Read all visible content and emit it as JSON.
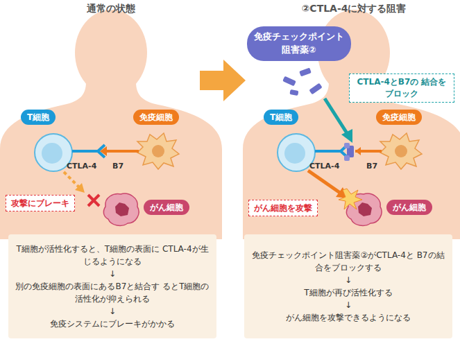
{
  "diagram": {
    "nodes": [
      {
        "text": [
          "T細胞"
        ]
      },
      {
        "text": [
          "免疫細胞"
        ]
      },
      {
        "text": [
          "攻撃にブレーキ"
        ]
      },
      {
        "text": [
          "がん細胞"
        ]
      },
      {
        "text": [
          "T細胞が活性化すると、T細胞の表面に CTLA-4が生じるようになる",
          "↓",
          "別の免疫細胞の表面にあるB7と結合す るとT細胞の活性化が抑えられる",
          "↓",
          "免疫システムにブレーキがかかる"
        ]
      },
      {
        "text": [
          "免疫チェックポイント 阻害薬②"
        ]
      },
      {
        "text": [
          "CTLA-4とB7の 結合をブロック"
        ]
      },
      {
        "text": [
          "T細胞"
        ]
      },
      {
        "text": [
          "免疫細胞"
        ]
      },
      {
        "text": [
          "がん細胞を攻撃"
        ]
      },
      {
        "text": [
          "がん細胞"
        ]
      },
      {
        "text": [
          "免疫チェックポイント阻害薬②がCTLA-4と B7の結合をブロックする",
          "↓",
          "T細胞が再び活性化する",
          "↓",
          "がん細胞を攻撃できるようになる"
        ]
      }
    ],
    "labels": [
      "通常の状態",
      "②CTLA-4に対する阻害",
      "CTLA-4",
      "B7",
      "CTLA-4",
      "B7"
    ]
  }
}
